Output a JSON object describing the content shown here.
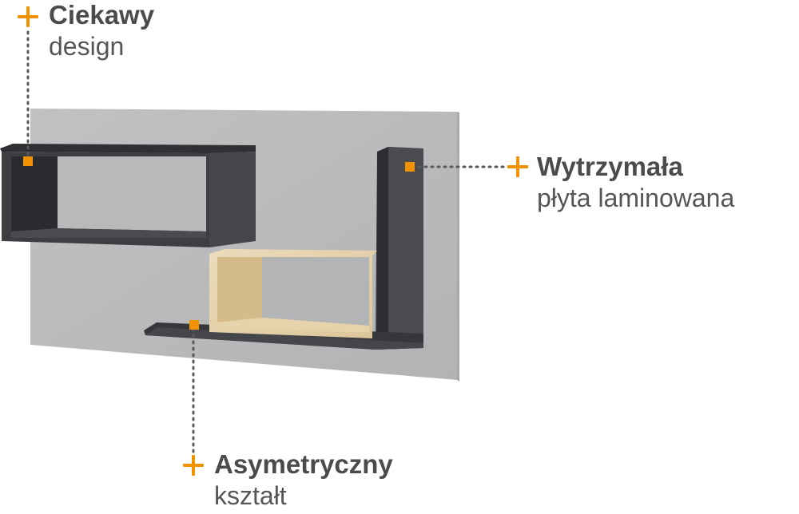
{
  "features": {
    "design": {
      "title": "Ciekawy",
      "subtitle": "design",
      "icon": "plus-icon"
    },
    "laminate": {
      "title": "Wytrzymała",
      "subtitle": "płyta laminowana",
      "icon": "plus-icon"
    },
    "shape": {
      "title": "Asymetryczny",
      "subtitle": "kształt",
      "icon": "plus-icon"
    }
  },
  "colors": {
    "accent": "#f39200",
    "text": "#4a4b4d",
    "panel": "#b9babc",
    "shelf_dark": "#3c3d40",
    "shelf_wood": "#e8d7b5"
  }
}
